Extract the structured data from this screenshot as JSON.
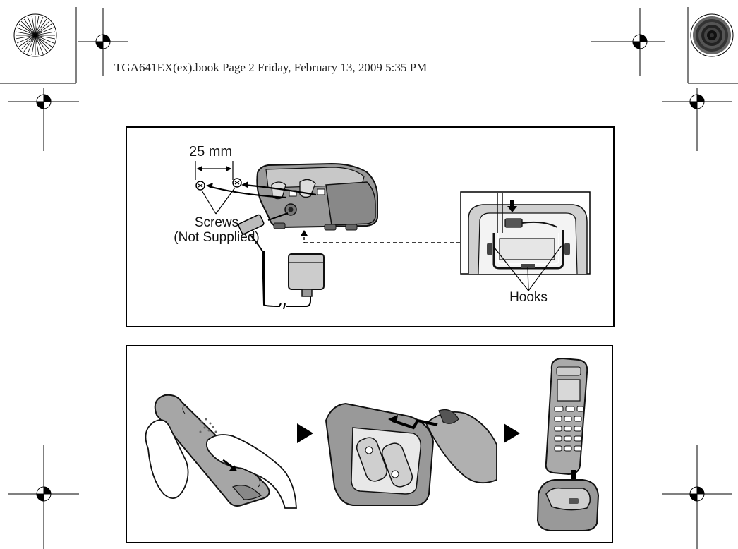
{
  "header": {
    "text": "TGA641EX(ex).book  Page 2  Friday, February 13, 2009  5:35 PM"
  },
  "wall_mount": {
    "distance_label": "25 mm",
    "screws_label_line1": "Screws",
    "screws_label_line2": "(Not Supplied)",
    "hooks_label": "Hooks"
  },
  "colors": {
    "line": "#111111",
    "body_gray": "#9a9a9a",
    "light_gray": "#c8c8c8",
    "dark_gray": "#5a5a5a"
  }
}
